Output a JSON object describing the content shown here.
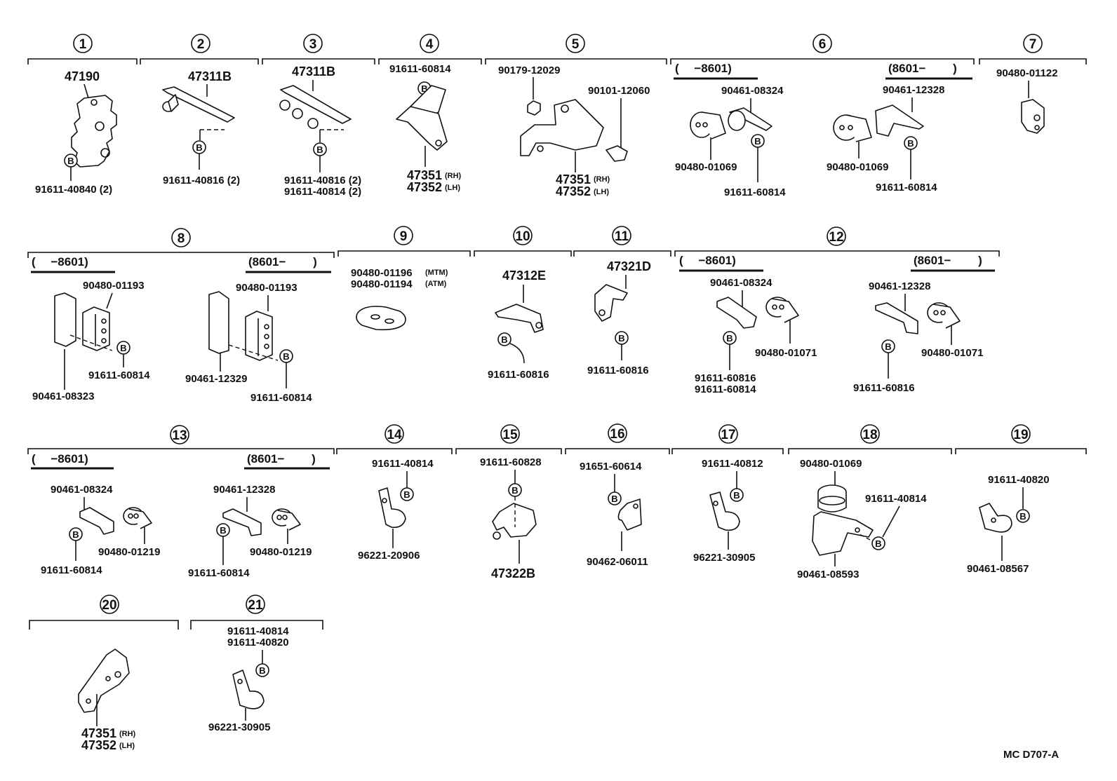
{
  "drawing_code": "MC D707-A",
  "bolt_marker": "B",
  "groups": [
    {
      "id": "1",
      "labels": [
        "47190",
        "91611-40840 (2)"
      ]
    },
    {
      "id": "2",
      "labels": [
        "47311B",
        "91611-40816 (2)"
      ]
    },
    {
      "id": "3",
      "labels": [
        "47311B",
        "91611-40816 (2)",
        "91611-40814 (2)"
      ]
    },
    {
      "id": "4",
      "labels": [
        "91611-60814",
        "47351",
        "47352"
      ],
      "suffixes": [
        "(RH)",
        "(LH)"
      ]
    },
    {
      "id": "5",
      "labels": [
        "90179-12029",
        "90101-12060",
        "47351",
        "47352"
      ],
      "suffixes": [
        "(RH)",
        "(LH)"
      ]
    },
    {
      "id": "6",
      "cond_a": "(　 −8601)",
      "cond_b": "(8601−　　 )",
      "labels": [
        "90461-08324",
        "90480-01069",
        "91611-60814",
        "90461-12328",
        "90480-01069",
        "91611-60814"
      ]
    },
    {
      "id": "7",
      "labels": [
        "90480-01122"
      ]
    },
    {
      "id": "8",
      "cond_a": "(　 −8601)",
      "cond_b": "(8601−　　 )",
      "labels": [
        "90480-01193",
        "91611-60814",
        "90461-08323",
        "90480-01193",
        "90461-12329",
        "91611-60814"
      ]
    },
    {
      "id": "9",
      "labels": [
        "90480-01196",
        "90480-01194"
      ],
      "suffixes": [
        "(MTM)",
        "(ATM)"
      ]
    },
    {
      "id": "10",
      "labels": [
        "47312E",
        "91611-60816"
      ]
    },
    {
      "id": "11",
      "labels": [
        "47321D",
        "91611-60816"
      ]
    },
    {
      "id": "12",
      "cond_a": "(　 −8601)",
      "cond_b": "(8601−　　 )",
      "labels": [
        "90461-08324",
        "90480-01071",
        "91611-60816",
        "91611-60814",
        "90461-12328",
        "90480-01071",
        "91611-60816"
      ]
    },
    {
      "id": "13",
      "cond_a": "(　 −8601)",
      "cond_b": "(8601−　　 )",
      "labels": [
        "90461-08324",
        "90480-01219",
        "91611-60814",
        "90461-12328",
        "90480-01219",
        "91611-60814"
      ]
    },
    {
      "id": "14",
      "labels": [
        "91611-40814",
        "96221-20906"
      ]
    },
    {
      "id": "15",
      "labels": [
        "91611-60828",
        "47322B"
      ]
    },
    {
      "id": "16",
      "labels": [
        "91651-60614",
        "90462-06011"
      ]
    },
    {
      "id": "17",
      "labels": [
        "91611-40812",
        "96221-30905"
      ]
    },
    {
      "id": "18",
      "labels": [
        "90480-01069",
        "91611-40814",
        "90461-08593"
      ]
    },
    {
      "id": "19",
      "labels": [
        "91611-40820",
        "90461-08567"
      ]
    },
    {
      "id": "20",
      "labels": [
        "47351",
        "47352"
      ],
      "suffixes": [
        "(RH)",
        "(LH)"
      ]
    },
    {
      "id": "21",
      "labels": [
        "91611-40814",
        "91611-40820",
        "96221-30905"
      ]
    }
  ]
}
